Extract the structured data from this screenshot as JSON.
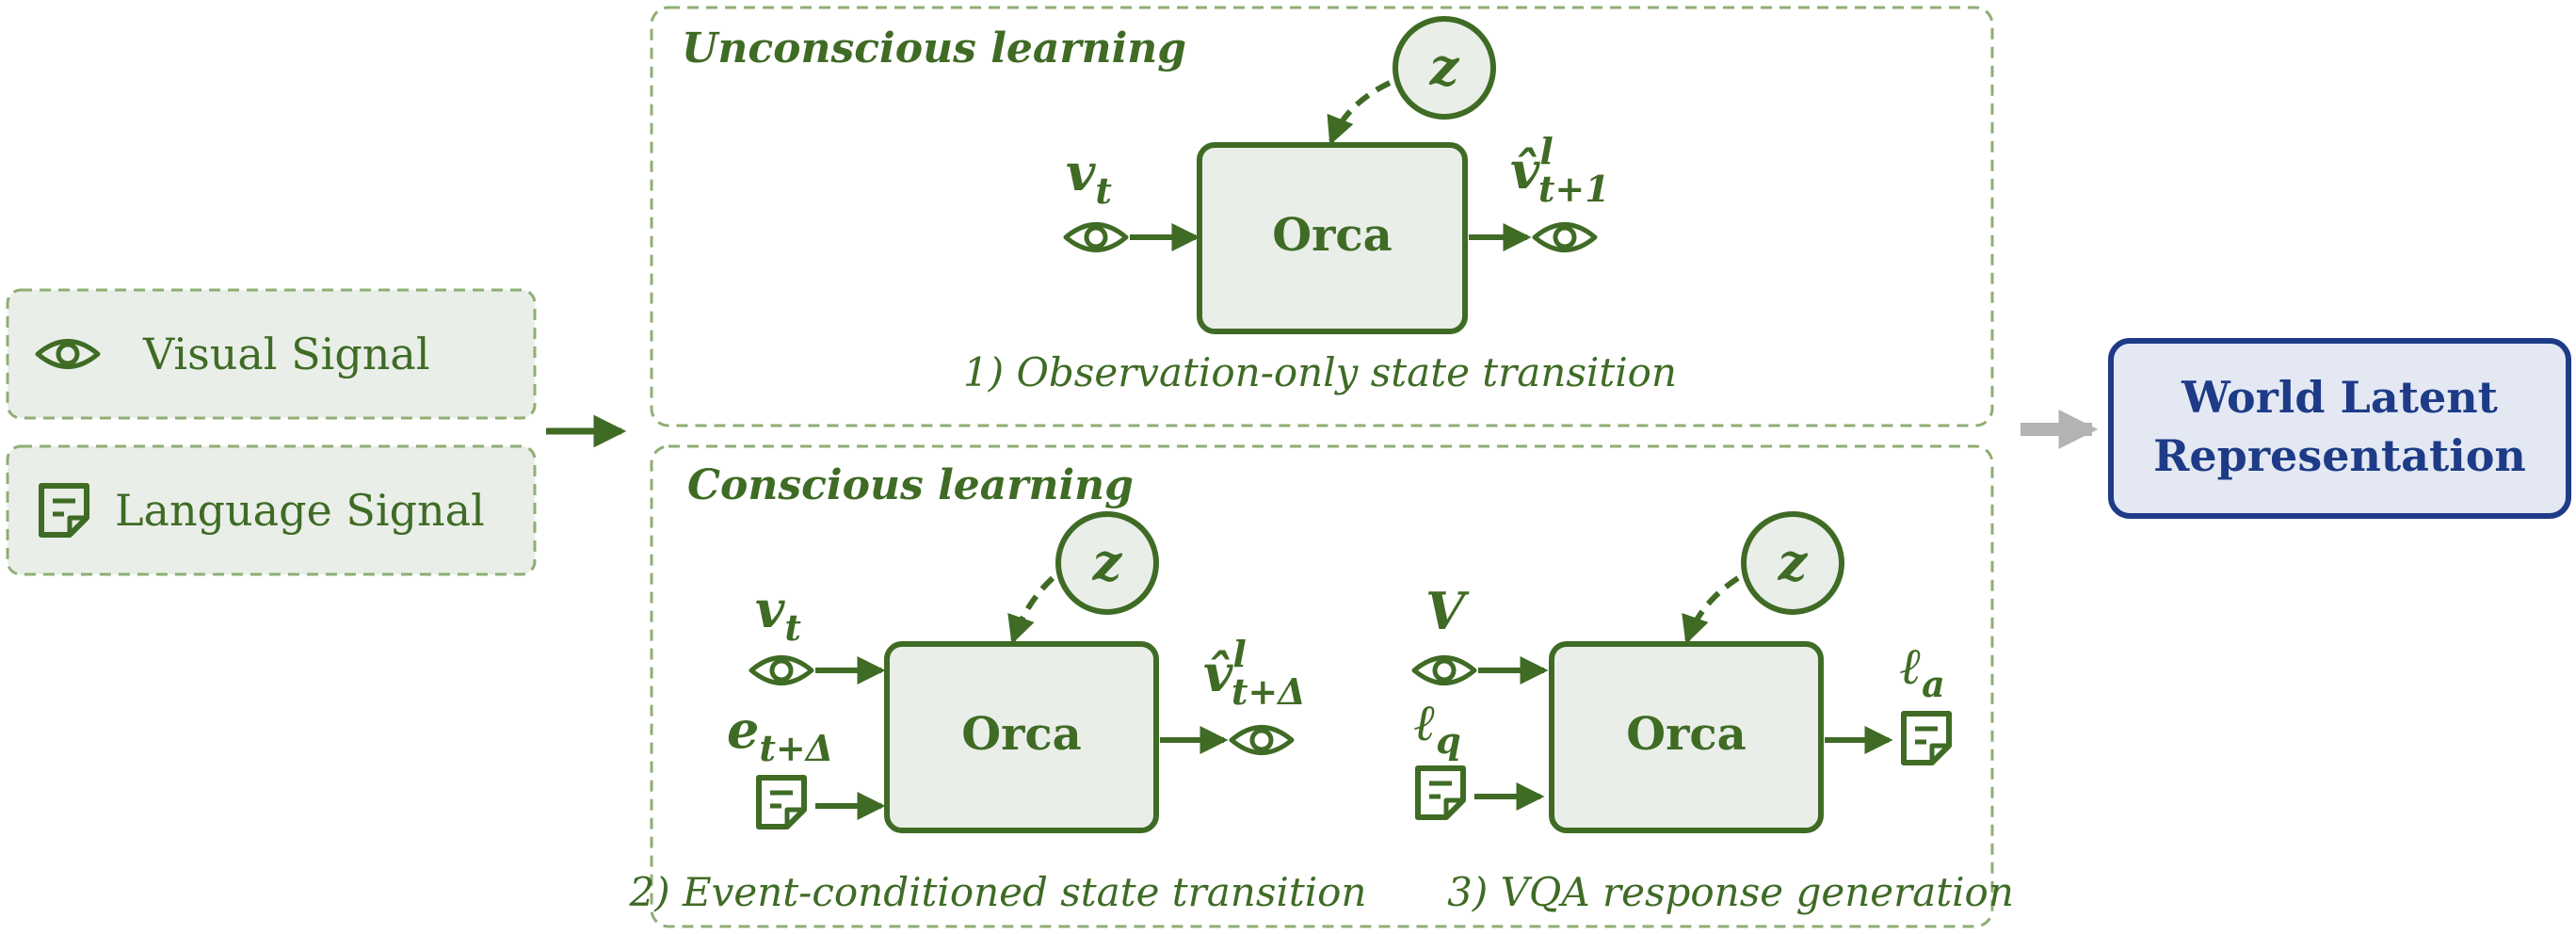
{
  "colors": {
    "green": "#3f6b25",
    "panel_fill": "#e9eee8",
    "dash": "#8fae74",
    "navy": "#1e3b87",
    "navy_fill": "#e3e8f3",
    "gray_arrow": "#b3b3b3"
  },
  "inputs": {
    "visual": {
      "label": "Visual Signal",
      "icon": "eye-icon"
    },
    "language": {
      "label": "Language Signal",
      "icon": "note-icon"
    }
  },
  "unconscious": {
    "title": "Unconscious learning",
    "module": "Orca",
    "latent": "z",
    "in_var": "v",
    "in_sub": "t",
    "out_var": "v̂",
    "out_sup": "l",
    "out_sub": "t+1",
    "caption": "1) Observation-only state transition"
  },
  "conscious": {
    "title": "Conscious learning",
    "event": {
      "module": "Orca",
      "latent": "z",
      "in1_var": "v",
      "in1_sub": "t",
      "in2_var": "e",
      "in2_sub": "t+Δ",
      "out_var": "v̂",
      "out_sup": "l",
      "out_sub": "t+Δ",
      "caption": "2) Event-conditioned state transition"
    },
    "vqa": {
      "module": "Orca",
      "latent": "z",
      "in1_var": "V",
      "in2_var": "ℓ",
      "in2_sub": "q",
      "out_var": "ℓ",
      "out_sub": "a",
      "caption": "3) VQA response generation"
    }
  },
  "output": {
    "line1": "World Latent",
    "line2": "Representation"
  }
}
